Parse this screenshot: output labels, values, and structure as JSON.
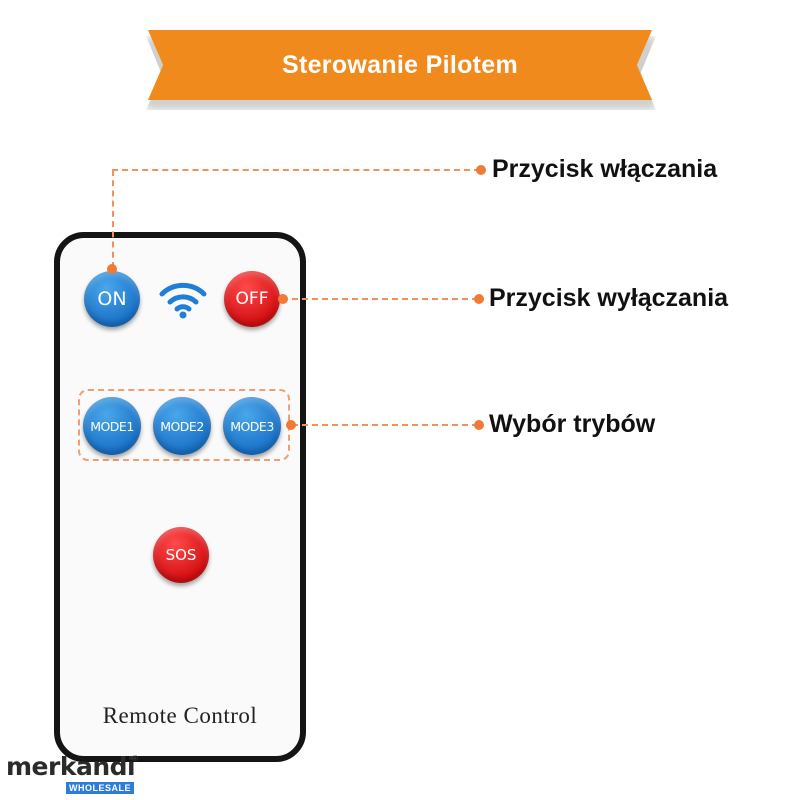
{
  "banner": {
    "title": "Sterowanie Pilotem"
  },
  "remote": {
    "buttons": {
      "on": "ON",
      "off": "OFF",
      "mode1": "MODE1",
      "mode2": "MODE2",
      "mode3": "MODE3",
      "sos": "SOS"
    },
    "label": "Remote Control",
    "signal_icon": "wifi-icon"
  },
  "callouts": {
    "power_on": "Przycisk włączania",
    "power_off": "Przycisk wyłączania",
    "modes": "Wybór trybów"
  },
  "logo": {
    "name": "merkandi",
    "badge": "WHOLESALE",
    "reg": "®"
  },
  "colors": {
    "banner": "#f08a1c",
    "blue_button": "#1a72c8",
    "red_button": "#d40f12",
    "callout_line": "#f0905a"
  }
}
